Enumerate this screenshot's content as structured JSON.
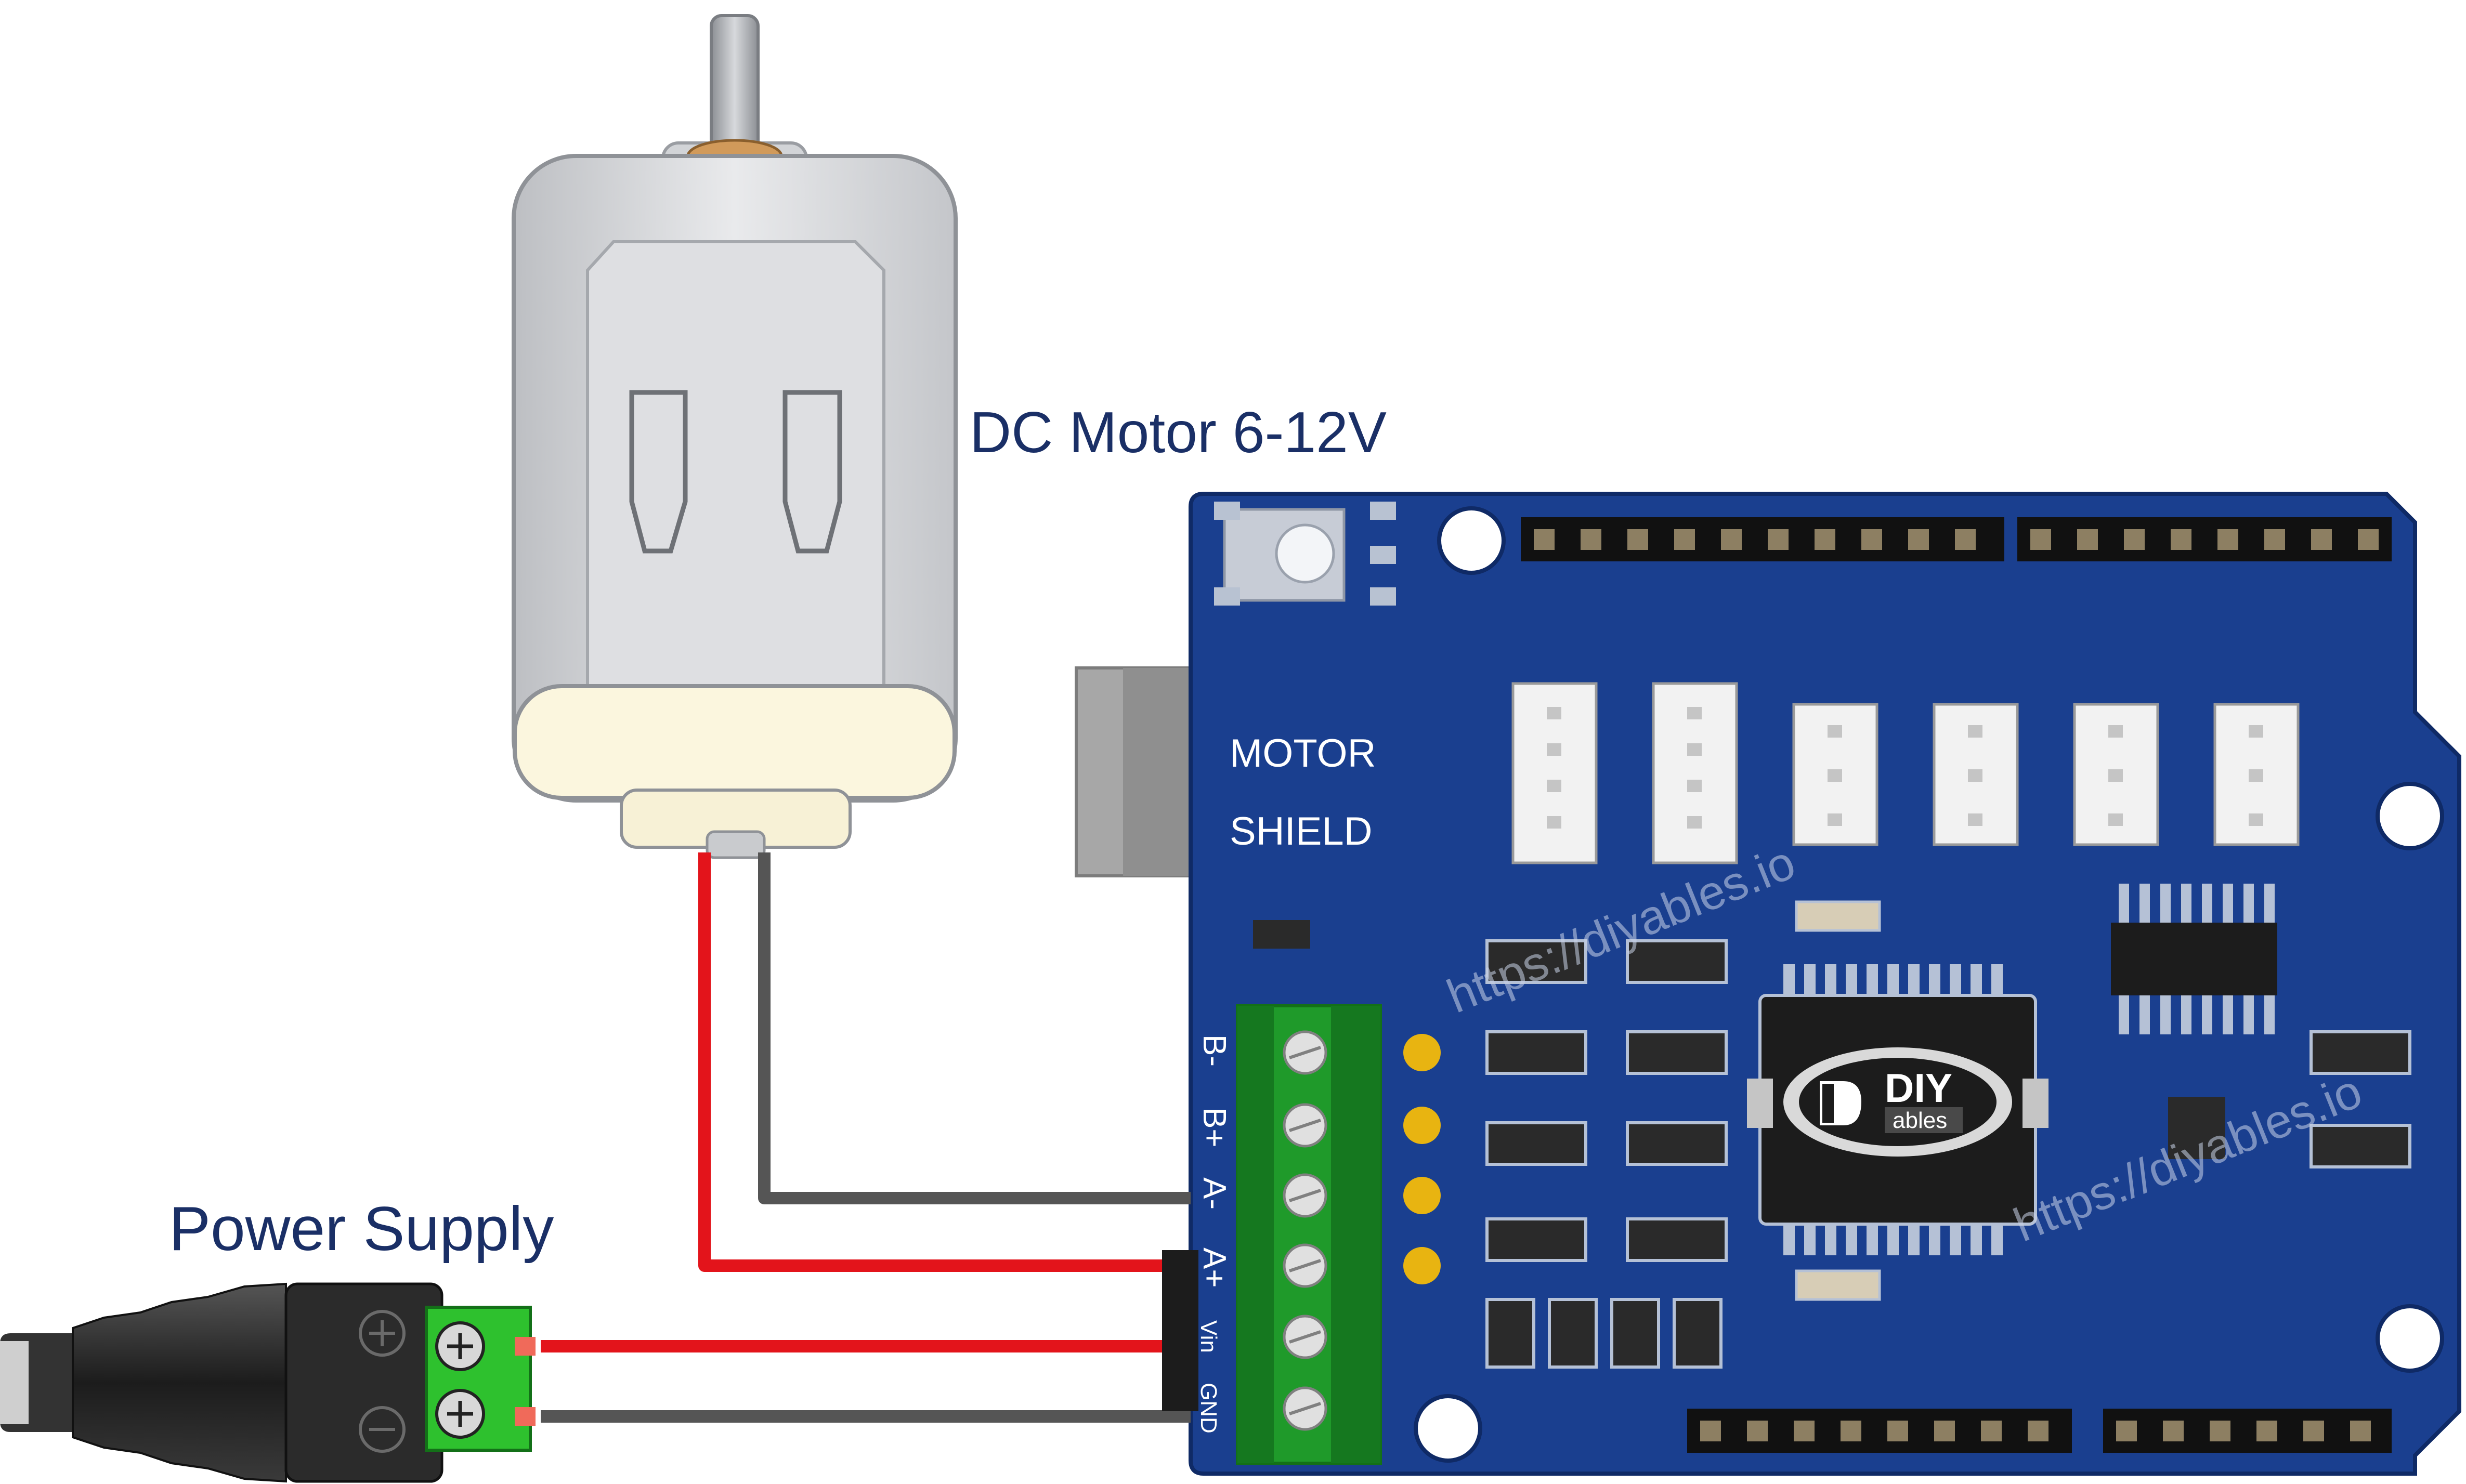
{
  "labels": {
    "motor": "DC Motor 6-12V",
    "power_supply": "Power Supply"
  },
  "shield": {
    "line1": "MOTOR",
    "line2": "SHIELD",
    "brand_main": "DIY",
    "brand_sub": "ables",
    "watermark": "https://diyables.io",
    "terminals": [
      "B-",
      "B+",
      "A-",
      "A+",
      "Vin",
      "GND"
    ]
  },
  "colors": {
    "board": "#1a3f8f",
    "terminal_block": "#1f9a2a",
    "wire_red": "#e3141b",
    "wire_black": "#555555",
    "label_text": "#1a2f66"
  }
}
